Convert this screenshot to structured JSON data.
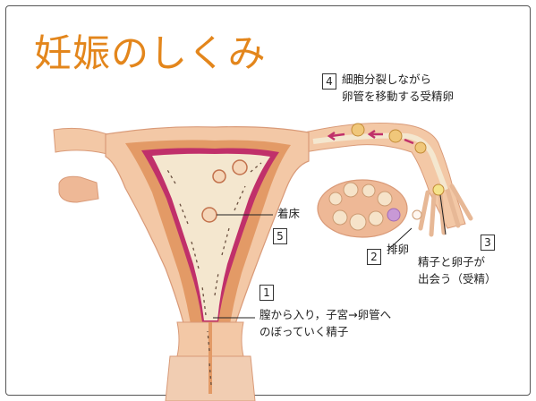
{
  "title": "妊娠のしくみ",
  "labels": {
    "n1": "1",
    "n2": "2",
    "n3": "3",
    "n4": "4",
    "n5": "5",
    "step1_line1": "膣から入り，子宮→卵管へ",
    "step1_line2": "のぼっていく精子",
    "step2": "排卵",
    "step3_line1": "精子と卵子が",
    "step3_line2": "出会う（受精）",
    "step4_line1": "細胞分裂しながら",
    "step4_line2": "卵管を移動する受精卵",
    "step5": "着床"
  },
  "colors": {
    "title": "#e3861c",
    "uterus_outer": "#f3c8a6",
    "uterus_muscle": "#e39a66",
    "lining": "#c0306a",
    "cavity": "#f4e7cf",
    "ovary": "#eeb896"
  }
}
